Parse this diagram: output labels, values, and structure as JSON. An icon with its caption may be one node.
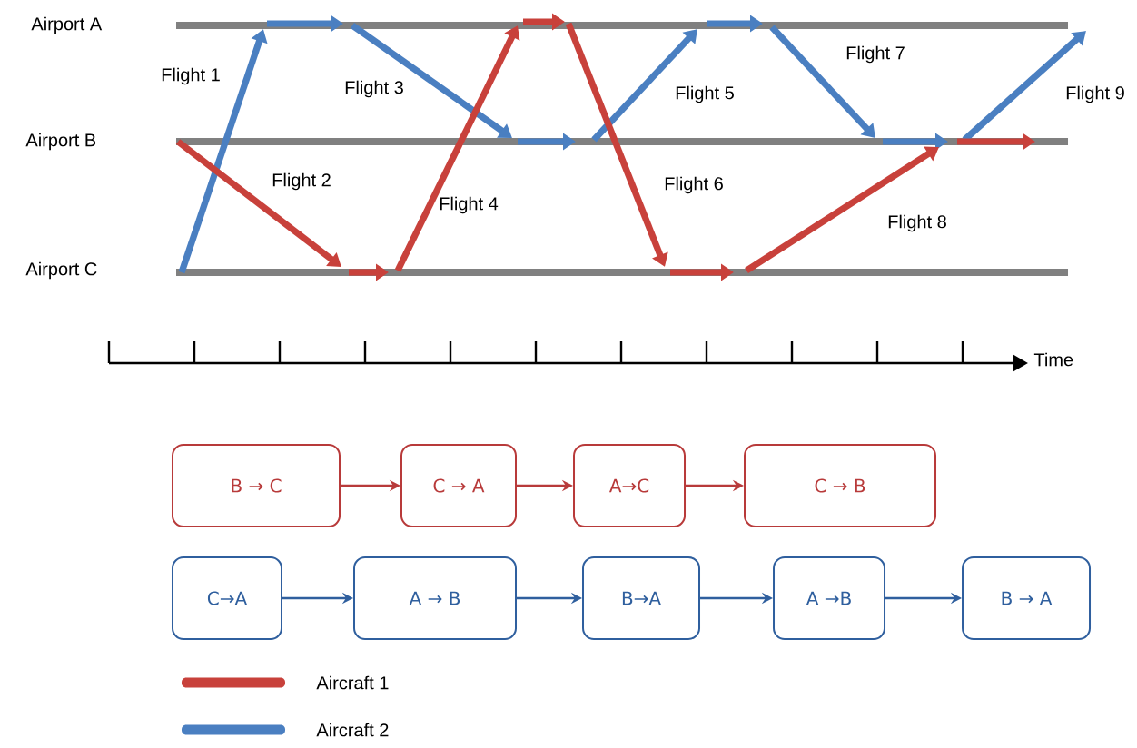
{
  "diagram": {
    "nodes": [
      {
        "text": [
          "B → C"
        ]
      },
      {
        "text": [
          "C → A"
        ]
      },
      {
        "text": [
          "A→C"
        ]
      },
      {
        "text": [
          "C → B"
        ]
      },
      {
        "text": [
          "C→A"
        ]
      },
      {
        "text": [
          "A → B"
        ]
      },
      {
        "text": [
          "B→A"
        ]
      },
      {
        "text": [
          "A →B"
        ]
      },
      {
        "text": [
          "B → A"
        ]
      }
    ],
    "edges": [
      {
        "from": 0,
        "to": 1,
        "arrow": "to",
        "color": "#b83a3a"
      },
      {
        "from": 1,
        "to": 2,
        "arrow": "to",
        "color": "#b83a3a"
      },
      {
        "from": 2,
        "to": 3,
        "arrow": "to",
        "color": "#b83a3a"
      },
      {
        "from": 4,
        "to": 5,
        "arrow": "to",
        "color": "#2f5f9e"
      },
      {
        "from": 5,
        "to": 6,
        "arrow": "to",
        "color": "#2f5f9e"
      },
      {
        "from": 6,
        "to": 7,
        "arrow": "to",
        "color": "#2f5f9e"
      },
      {
        "from": 7,
        "to": 8,
        "arrow": "to",
        "color": "#2f5f9e"
      }
    ],
    "labels": [
      "Airport A",
      "Airport B",
      "Airport C",
      "Flight 1",
      "Flight 2",
      "Flight 3",
      "Flight 4",
      "Flight 5",
      "Flight 6",
      "Flight 7",
      "Flight 8",
      "Flight 9",
      "Time"
    ],
    "legend": [
      {
        "text": "Aircraft 1",
        "color": "#c8413b"
      },
      {
        "text": "Aircraft 2",
        "color": "#4a7fc1"
      }
    ]
  }
}
